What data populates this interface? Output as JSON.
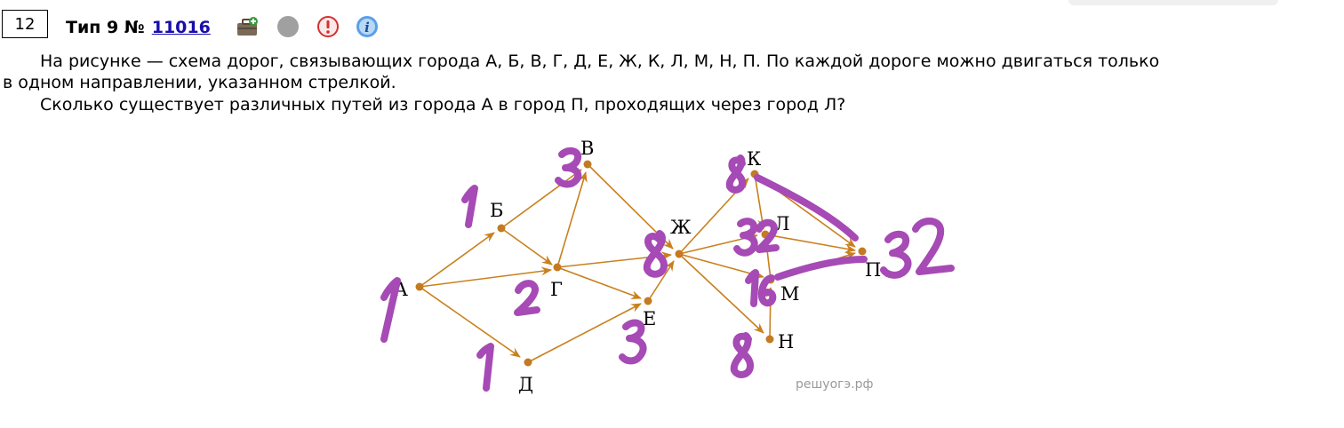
{
  "task": {
    "number": "12",
    "type_label": "Тип 9 №",
    "task_id": "11016"
  },
  "icons": {
    "portfolio": "briefcase-add-icon",
    "status": "gray-circle-icon",
    "report": "exclamation-icon",
    "info": "info-icon",
    "colors": {
      "status": "#a0a0a0",
      "report": "#d33030",
      "info": "#5aa0e6"
    }
  },
  "problem": {
    "line1": "На рисунке — схема дорог, связывающих города А, Б, В, Г, Д, Е, Ж, К, Л, М, Н, П. По каждой дороге можно двигаться только",
    "line2": "в одном направлении, указанном стрелкой.",
    "line3": "Сколько существует различных путей из города А в город П, проходящих через город Л?"
  },
  "graph": {
    "colors": {
      "edge": "#c9801e",
      "node": "#c47a22",
      "handwriting": "#a64ab5"
    },
    "cities": {
      "A": "А",
      "B": "Б",
      "V": "В",
      "G": "Г",
      "D": "Д",
      "E": "Е",
      "ZH": "Ж",
      "K": "К",
      "L": "Л",
      "M": "М",
      "N": "Н",
      "P": "П"
    },
    "handwritten_counts": {
      "A": "1",
      "B": "1",
      "V": "3",
      "G": "2",
      "D": "1",
      "E": "3",
      "ZH": "8",
      "K": "8",
      "L": "32",
      "M": "16",
      "N": "8",
      "P": "32"
    },
    "watermark": "решуогэ.рф"
  }
}
